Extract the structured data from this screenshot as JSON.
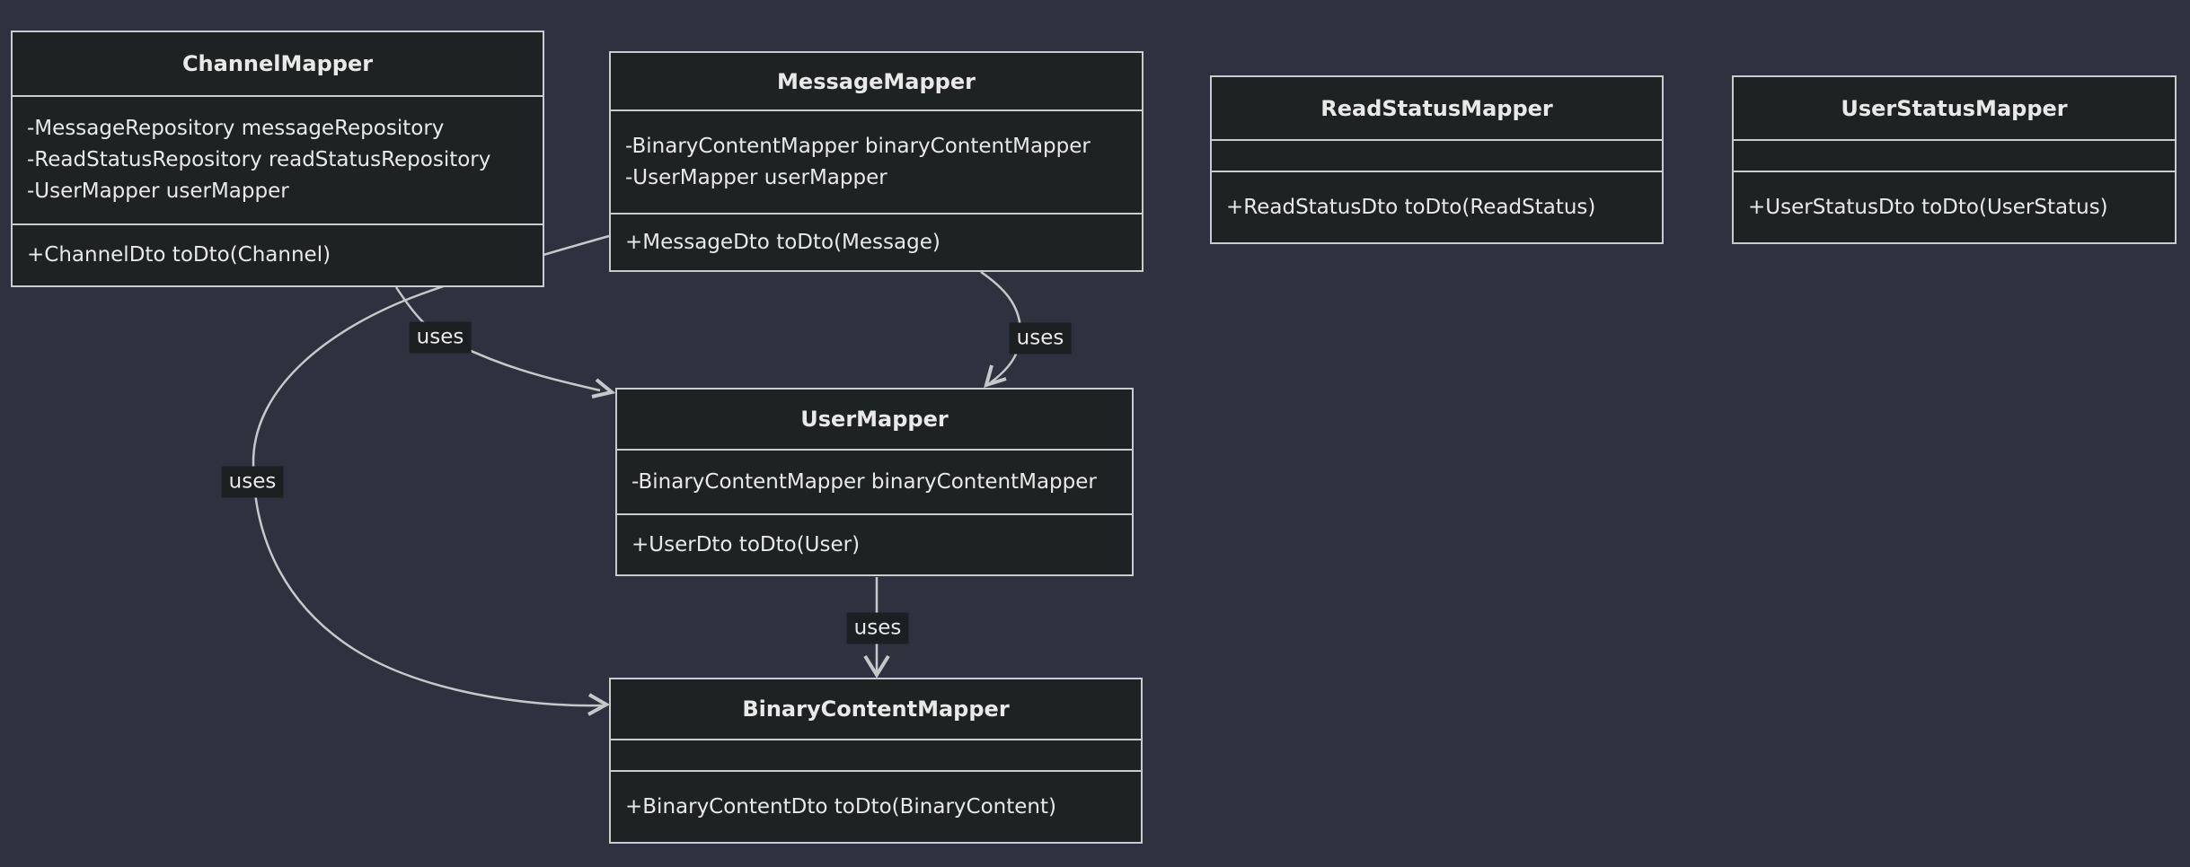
{
  "diagram": {
    "kind": "uml-class-diagram",
    "theme": "dark"
  },
  "colors": {
    "background": "#2d323e",
    "node_fill": "#1f2223",
    "node_border": "#c9cccc",
    "edge_stroke": "#c6c9cb",
    "text": "#e9e9e9",
    "edge_label_background": "#1c1f21"
  },
  "classes": {
    "channel_mapper": {
      "title": "ChannelMapper",
      "attributes": [
        "-MessageRepository messageRepository",
        "-ReadStatusRepository readStatusRepository",
        "-UserMapper userMapper"
      ],
      "methods": [
        "+ChannelDto toDto(Channel)"
      ]
    },
    "message_mapper": {
      "title": "MessageMapper",
      "attributes": [
        "-BinaryContentMapper binaryContentMapper",
        "-UserMapper userMapper"
      ],
      "methods": [
        "+MessageDto toDto(Message)"
      ]
    },
    "read_status_mapper": {
      "title": "ReadStatusMapper",
      "attributes": [],
      "methods": [
        "+ReadStatusDto toDto(ReadStatus)"
      ]
    },
    "user_status_mapper": {
      "title": "UserStatusMapper",
      "attributes": [],
      "methods": [
        "+UserStatusDto toDto(UserStatus)"
      ]
    },
    "user_mapper": {
      "title": "UserMapper",
      "attributes": [
        "-BinaryContentMapper binaryContentMapper"
      ],
      "methods": [
        "+UserDto toDto(User)"
      ]
    },
    "binary_content_mapper": {
      "title": "BinaryContentMapper",
      "attributes": [],
      "methods": [
        "+BinaryContentDto toDto(BinaryContent)"
      ]
    }
  },
  "edges": [
    {
      "from": "ChannelMapper",
      "to": "UserMapper",
      "label": "uses"
    },
    {
      "from": "MessageMapper",
      "to": "UserMapper",
      "label": "uses"
    },
    {
      "from": "MessageMapper",
      "to": "BinaryContentMapper",
      "label": "uses"
    },
    {
      "from": "UserMapper",
      "to": "BinaryContentMapper",
      "label": "uses"
    }
  ]
}
